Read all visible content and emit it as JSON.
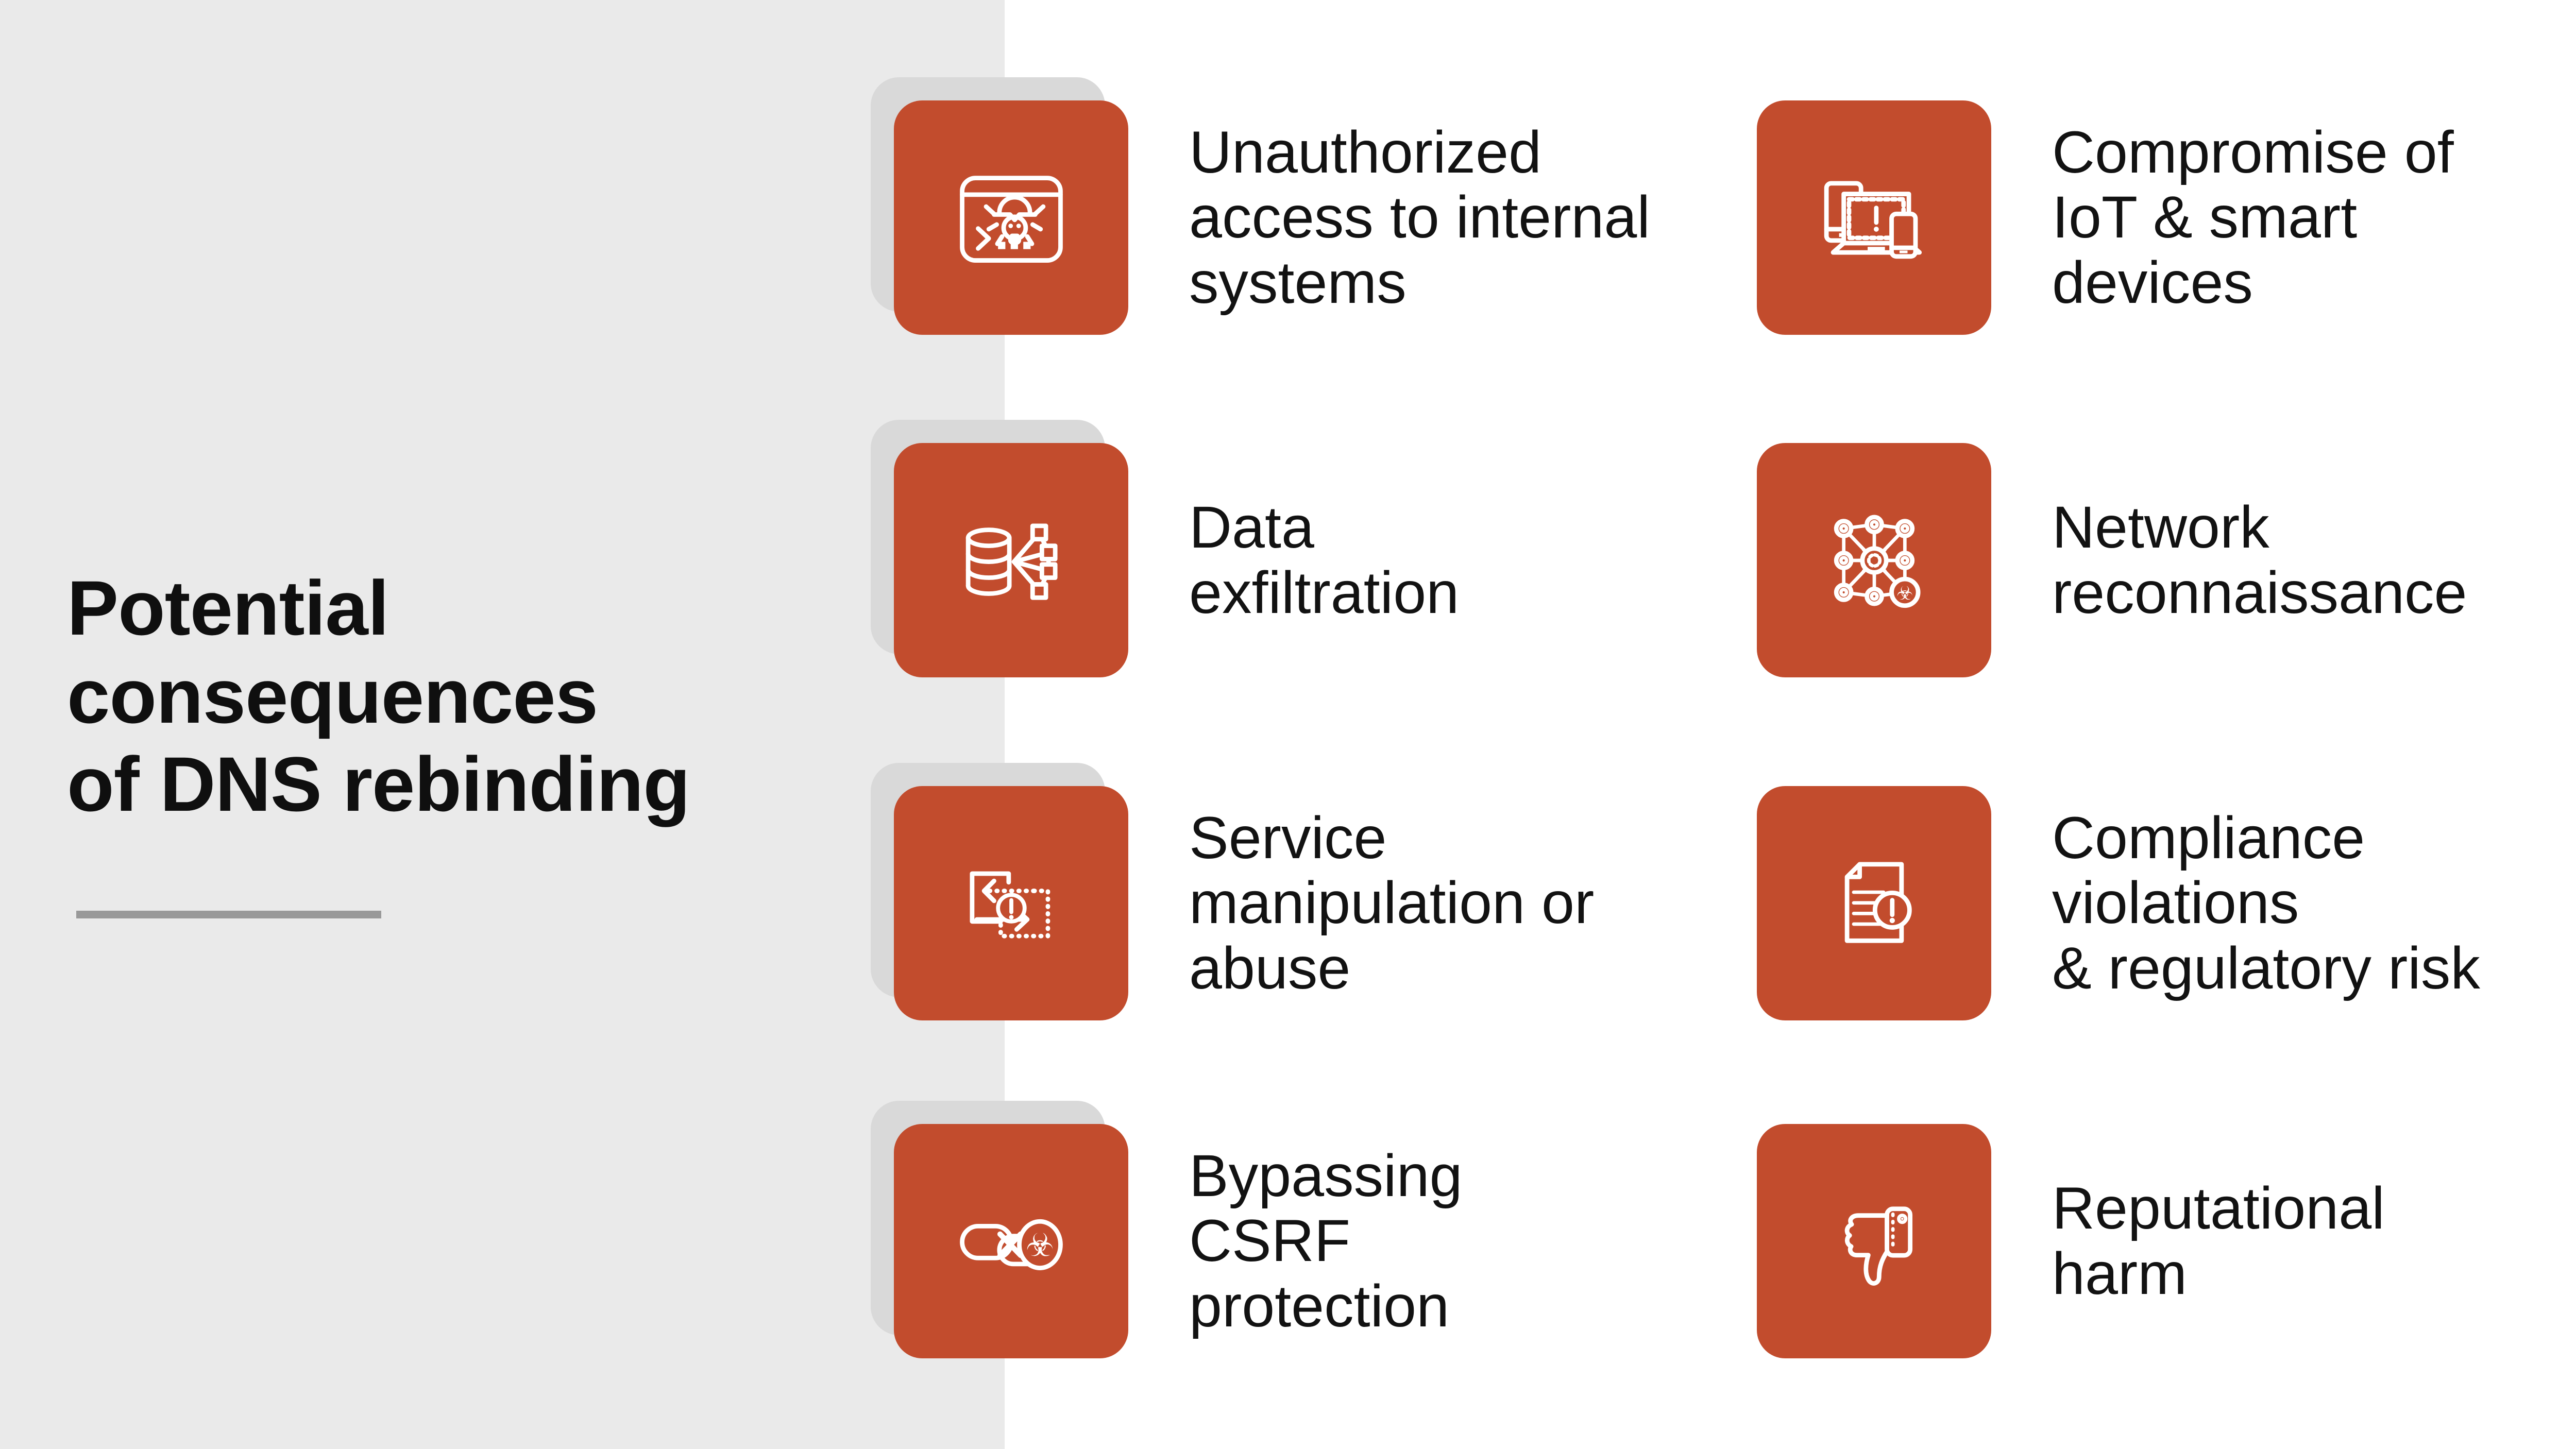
{
  "title": {
    "text": "Potential\nconsequences\nof DNS rebinding"
  },
  "colors": {
    "accent_red": "#c24c2d",
    "panel_gray": "#eaeaea",
    "tile_shadow_gray": "#d9d9d9",
    "underline_gray": "#999999",
    "text_black": "#121212",
    "icon_white": "#ffffff"
  },
  "items": [
    {
      "icon": "terminal-malware-icon",
      "label": "Unauthorized\naccess to internal\nsystems"
    },
    {
      "icon": "iot-devices-warning-icon",
      "label": "Compromise of\nIoT & smart\ndevices"
    },
    {
      "icon": "database-exfiltration-icon",
      "label": "Data\nexfiltration"
    },
    {
      "icon": "network-biohazard-icon",
      "label": "Network\nreconnaissance"
    },
    {
      "icon": "process-abuse-icon",
      "label": "Service\nmanipulation or\nabuse"
    },
    {
      "icon": "document-warning-icon",
      "label": "Compliance\nviolations\n& regulatory risk"
    },
    {
      "icon": "broken-link-biohazard-icon",
      "label": "Bypassing\nCSRF\nprotection"
    },
    {
      "icon": "thumbs-down-icon",
      "label": "Reputational\nharm"
    }
  ]
}
